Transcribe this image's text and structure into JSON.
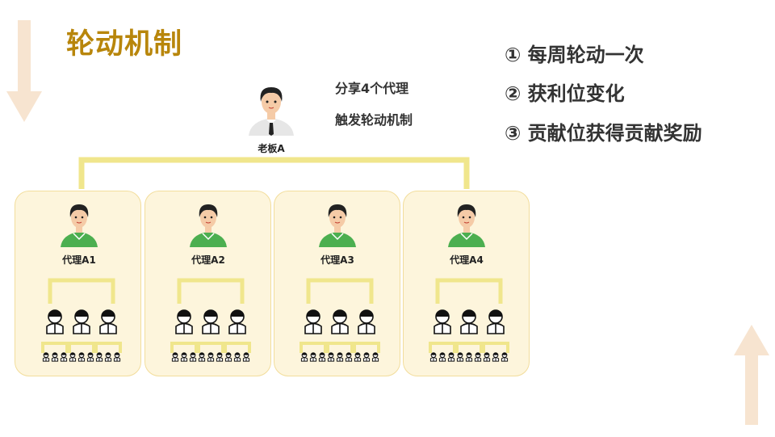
{
  "title": "轮动机制",
  "rules": [
    "① 每周轮动一次",
    "② 获利位变化",
    "③ 贡献位获得贡献奖励"
  ],
  "notes": [
    "分享4个代理",
    "触发轮动机制"
  ],
  "boss": {
    "label": "老板A"
  },
  "agents": [
    {
      "label": "代理A1"
    },
    {
      "label": "代理A2"
    },
    {
      "label": "代理A3"
    },
    {
      "label": "代理A4"
    }
  ],
  "colors": {
    "title": "#b8860b",
    "connector": "#f0e68c",
    "panel_bg": "#fdf5dc",
    "panel_border": "#f2dd9c",
    "arrow": "#f7e4d0",
    "shirt_boss": "#e6e6e6",
    "shirt_agent": "#4caf50"
  }
}
